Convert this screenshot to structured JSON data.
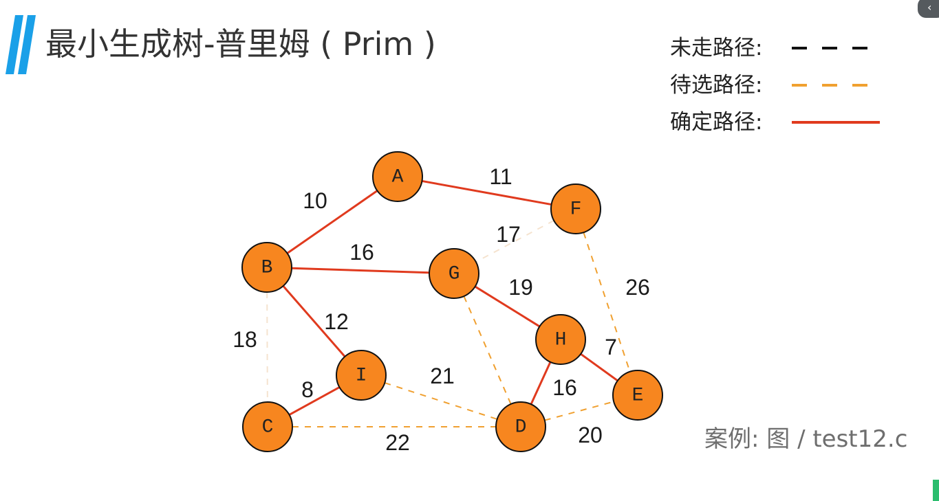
{
  "title": "最小生成树-普里姆 ( Prim )",
  "legend": [
    {
      "label": "未走路径:",
      "style": "dashed",
      "color": "#111111"
    },
    {
      "label": "待选路径:",
      "style": "dashed",
      "color": "#f0a030"
    },
    {
      "label": "确定路径:",
      "style": "solid",
      "color": "#e03a1e"
    }
  ],
  "nodes": [
    "A",
    "B",
    "C",
    "D",
    "E",
    "F",
    "G",
    "H",
    "I"
  ],
  "edges": [
    {
      "from": "A",
      "to": "B",
      "weight": "10",
      "state": "confirmed"
    },
    {
      "from": "A",
      "to": "F",
      "weight": "11",
      "state": "confirmed"
    },
    {
      "from": "B",
      "to": "G",
      "weight": "16",
      "state": "confirmed"
    },
    {
      "from": "B",
      "to": "I",
      "weight": "12",
      "state": "confirmed"
    },
    {
      "from": "G",
      "to": "H",
      "weight": "19",
      "state": "confirmed"
    },
    {
      "from": "H",
      "to": "E",
      "weight": "7",
      "state": "confirmed"
    },
    {
      "from": "H",
      "to": "D",
      "weight": "16",
      "state": "confirmed"
    },
    {
      "from": "I",
      "to": "C",
      "weight": "8",
      "state": "confirmed"
    },
    {
      "from": "F",
      "to": "G",
      "weight": "17",
      "state": "faint"
    },
    {
      "from": "B",
      "to": "C",
      "weight": "18",
      "state": "faint"
    },
    {
      "from": "F",
      "to": "E",
      "weight": "26",
      "state": "candidate"
    },
    {
      "from": "G",
      "to": "D",
      "weight": "",
      "state": "candidate"
    },
    {
      "from": "I",
      "to": "D",
      "weight": "21",
      "state": "candidate"
    },
    {
      "from": "C",
      "to": "D",
      "weight": "22",
      "state": "candidate"
    },
    {
      "from": "D",
      "to": "E",
      "weight": "20",
      "state": "candidate"
    }
  ],
  "colors": {
    "node_fill": "#f7861f",
    "node_stroke": "#111111",
    "confirmed": "#e03a1e",
    "candidate": "#f0a030",
    "faint": "#f5e3cf",
    "title_bar": "#1aa0e8"
  },
  "case_note": "案例: 图 / test12.c",
  "corner_button": "‹"
}
